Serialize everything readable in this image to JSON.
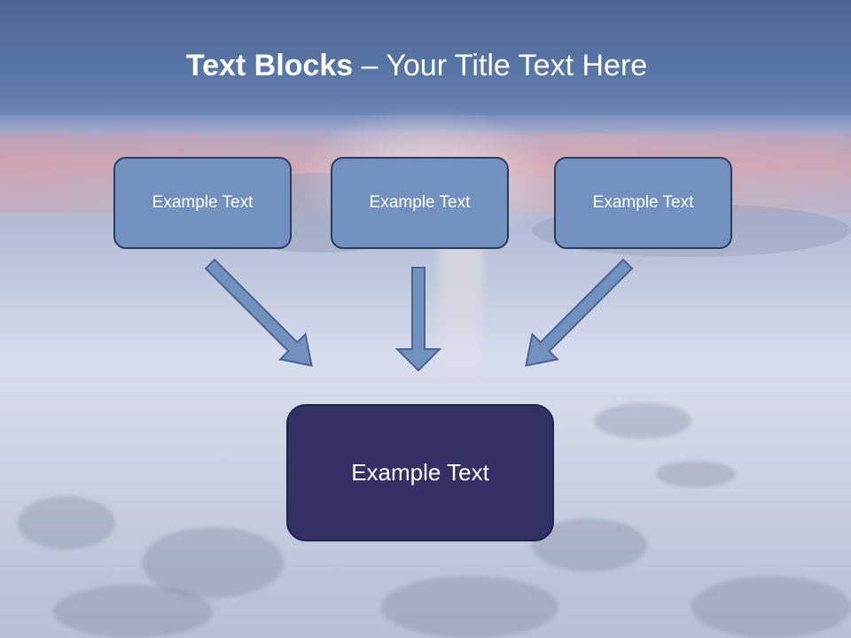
{
  "slide": {
    "title_bold": "Text Blocks",
    "title_dash": " – ",
    "title_rest": "Your Title Text Here"
  },
  "boxes": {
    "left": "Example Text",
    "center": "Example Text",
    "right": "Example Text",
    "bottom": "Example Text"
  },
  "colors": {
    "small_box_fill": "#7391bf",
    "bottom_box_fill": "#343166",
    "arrow_fill": "#7391bf"
  }
}
